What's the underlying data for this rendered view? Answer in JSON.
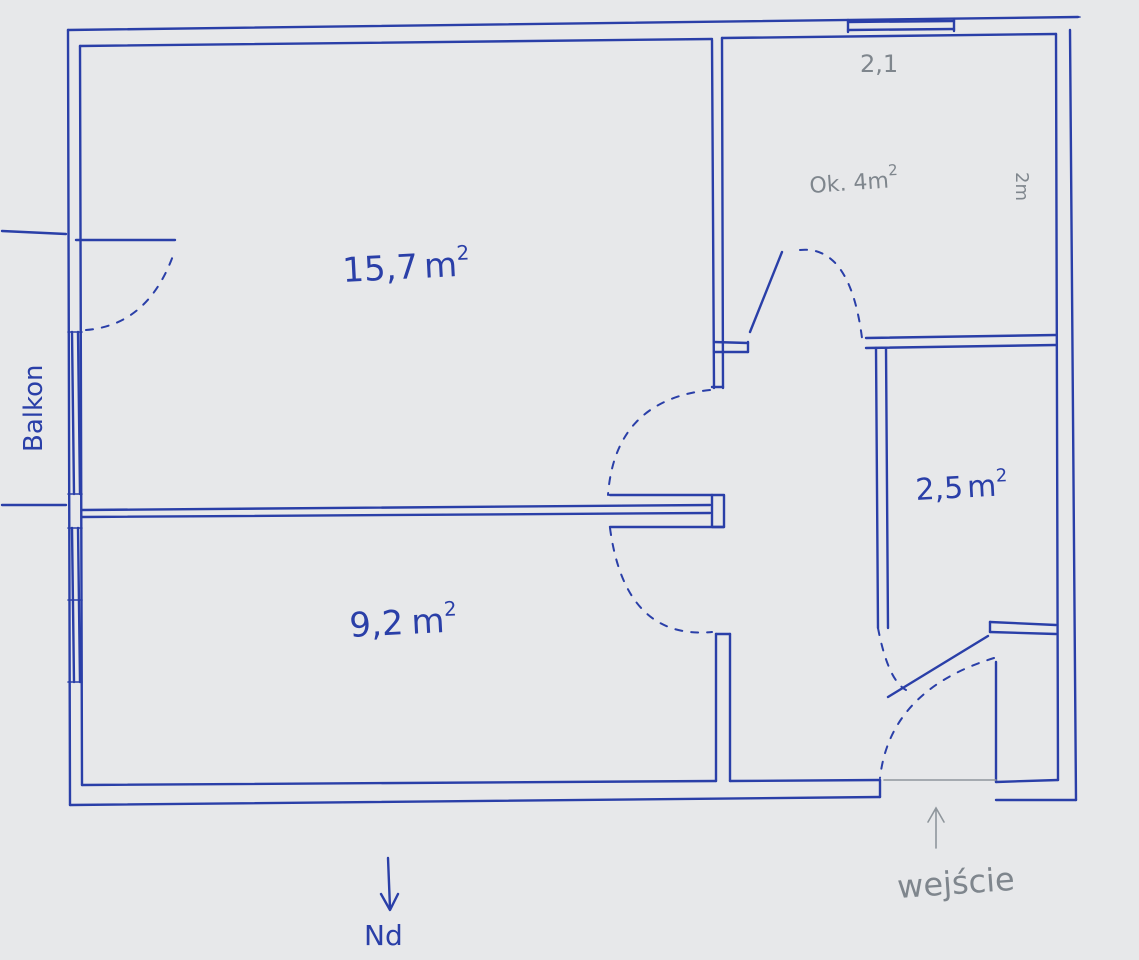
{
  "rooms": {
    "room_large": {
      "area": "15,7",
      "unit": "m",
      "exp": "2"
    },
    "room_small": {
      "area": "9,2",
      "unit": "m",
      "exp": "2"
    },
    "kitchen_window": {
      "label": "2,1"
    },
    "kitchen": {
      "area": "Ok. 4m",
      "exp": "2"
    },
    "bathroom": {
      "area": "2,5",
      "unit": "m",
      "exp": "2"
    }
  },
  "labels": {
    "balcony": "Balkon",
    "north": "Nd",
    "entrance": "wejście",
    "side_mark": "2m"
  },
  "colors": {
    "ink": "#2a3fa8",
    "pencil": "#8f969c",
    "paper": "#e7e8ea"
  }
}
